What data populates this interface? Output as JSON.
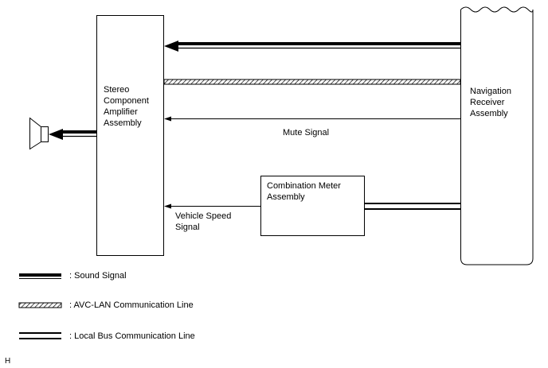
{
  "components": {
    "amplifier": {
      "label": "Stereo\nComponent\nAmplifier\nAssembly"
    },
    "navigation": {
      "label": "Navigation\nReceiver\nAssembly"
    },
    "meter": {
      "label": "Combination Meter\nAssembly"
    },
    "speaker": {
      "icon": "speaker-icon"
    }
  },
  "signals": {
    "mute": "Mute Signal",
    "vehicle_speed": "Vehicle Speed\nSignal"
  },
  "legend": {
    "sound": ": Sound Signal",
    "avc_lan": ": AVC-LAN Communication Line",
    "local_bus": ": Local Bus Communication Line"
  },
  "footer": {
    "code": "H"
  }
}
